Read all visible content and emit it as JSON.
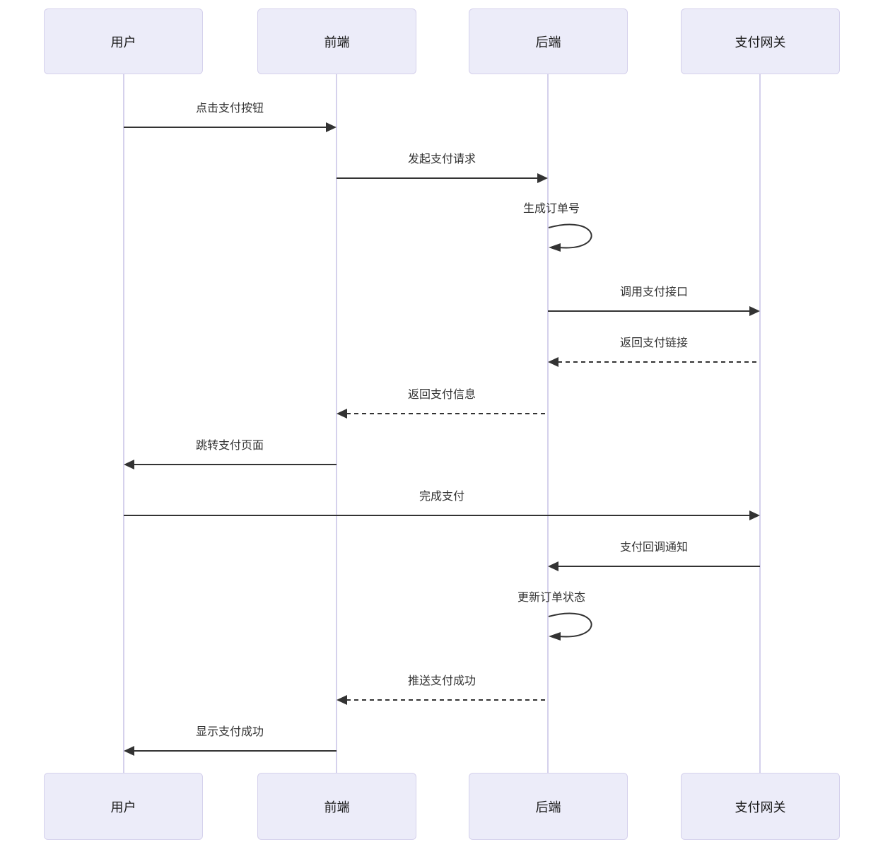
{
  "colors": {
    "background": "#ffffff",
    "actor_fill": "#ececf9",
    "actor_border": "#d5d1ec",
    "lifeline": "#d5d1ec",
    "arrow": "#333333",
    "text": "#1a1a1a"
  },
  "diagram": {
    "type": "sequence",
    "actors": [
      {
        "id": "user",
        "label": "用户"
      },
      {
        "id": "frontend",
        "label": "前端"
      },
      {
        "id": "backend",
        "label": "后端"
      },
      {
        "id": "gateway",
        "label": "支付网关"
      }
    ],
    "messages": [
      {
        "from": "用户",
        "to": "前端",
        "label": "点击支付按钮",
        "line": "solid"
      },
      {
        "from": "前端",
        "to": "后端",
        "label": "发起支付请求",
        "line": "solid"
      },
      {
        "from": "后端",
        "to": "后端",
        "label": "生成订单号",
        "line": "self"
      },
      {
        "from": "后端",
        "to": "支付网关",
        "label": "调用支付接口",
        "line": "solid"
      },
      {
        "from": "支付网关",
        "to": "后端",
        "label": "返回支付链接",
        "line": "dashed"
      },
      {
        "from": "后端",
        "to": "前端",
        "label": "返回支付信息",
        "line": "dashed"
      },
      {
        "from": "前端",
        "to": "用户",
        "label": "跳转支付页面",
        "line": "solid"
      },
      {
        "from": "用户",
        "to": "支付网关",
        "label": "完成支付",
        "line": "solid"
      },
      {
        "from": "支付网关",
        "to": "后端",
        "label": "支付回调通知",
        "line": "solid"
      },
      {
        "from": "后端",
        "to": "后端",
        "label": "更新订单状态",
        "line": "self"
      },
      {
        "from": "后端",
        "to": "前端",
        "label": "推送支付成功",
        "line": "dashed"
      },
      {
        "from": "前端",
        "to": "用户",
        "label": "显示支付成功",
        "line": "solid"
      }
    ]
  }
}
